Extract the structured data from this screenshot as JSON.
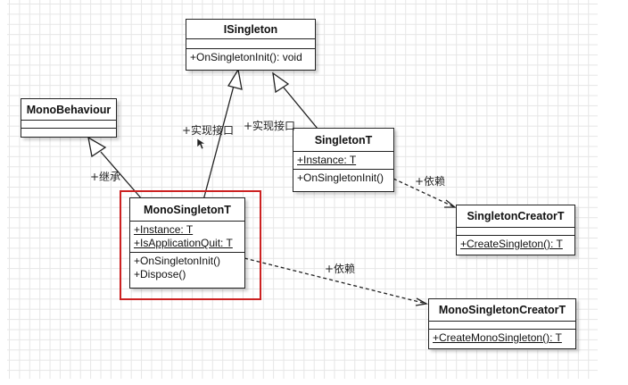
{
  "diagram": {
    "type": "UML class diagram",
    "classes": {
      "isingleton": {
        "name": "ISingleton",
        "attributes": [],
        "methods": [
          "+OnSingletonInit(): void"
        ]
      },
      "monobehaviour": {
        "name": "MonoBehaviour",
        "attributes": [],
        "methods": []
      },
      "singletont": {
        "name": "SingletonT",
        "attributes": [
          "+Instance: T"
        ],
        "methods": [
          "+OnSingletonInit()"
        ]
      },
      "monosingletont": {
        "name": "MonoSingletonT",
        "attributes": [
          "+Instance: T",
          "+IsApplicationQuit: T"
        ],
        "methods": [
          "+OnSingletonInit()",
          "+Dispose()"
        ]
      },
      "singletoncreatort": {
        "name": "SingletonCreatorT",
        "attributes": [],
        "methods": [
          "+CreateSingleton(): T"
        ]
      },
      "monosingletoncreatort": {
        "name": "MonoSingletonCreatorT",
        "attributes": [],
        "methods": [
          "+CreateMonoSingleton(): T"
        ]
      }
    },
    "relations": [
      {
        "from": "MonoSingletonT",
        "to": "ISingleton",
        "kind": "realization",
        "label": "+实现接口"
      },
      {
        "from": "SingletonT",
        "to": "ISingleton",
        "kind": "realization",
        "label": "+实现接口"
      },
      {
        "from": "MonoSingletonT",
        "to": "MonoBehaviour",
        "kind": "inheritance",
        "label": "+继承"
      },
      {
        "from": "SingletonT",
        "to": "SingletonCreatorT",
        "kind": "dependency",
        "label": "+依赖"
      },
      {
        "from": "MonoSingletonT",
        "to": "MonoSingletonCreatorT",
        "kind": "dependency",
        "label": "+依赖"
      }
    ],
    "highlighted_class": "MonoSingletonT",
    "colors": {
      "highlight": "#cc2222",
      "line": "#222222",
      "grid": "#e6e6e6"
    }
  }
}
